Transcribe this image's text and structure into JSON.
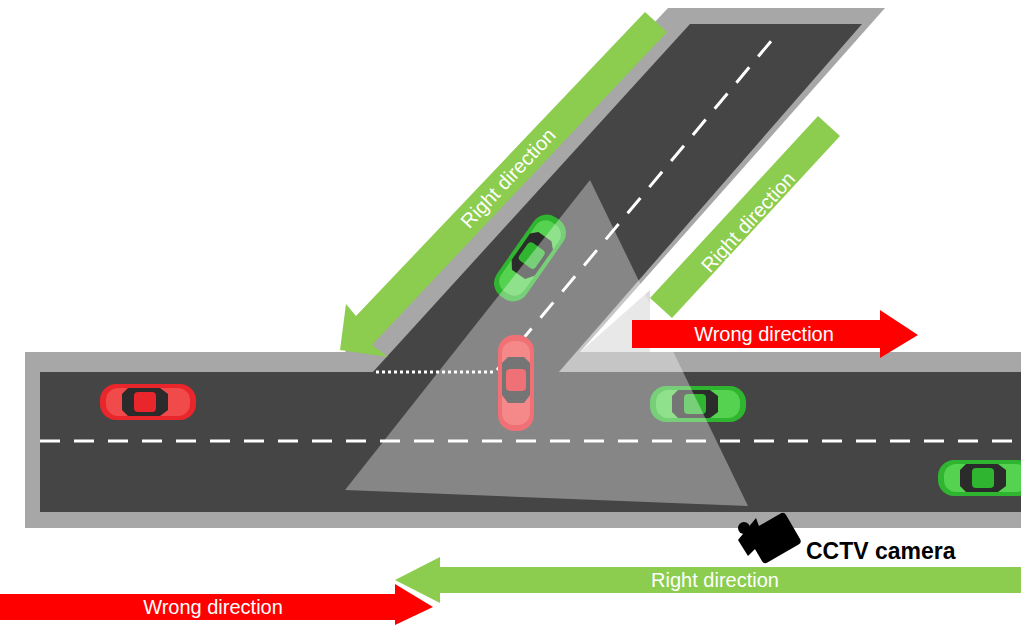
{
  "diagram": {
    "labels": [
      "Right direction",
      "Right direction",
      "Wrong direction",
      "CCTV camera",
      "Right direction",
      "Wrong direction"
    ]
  }
}
